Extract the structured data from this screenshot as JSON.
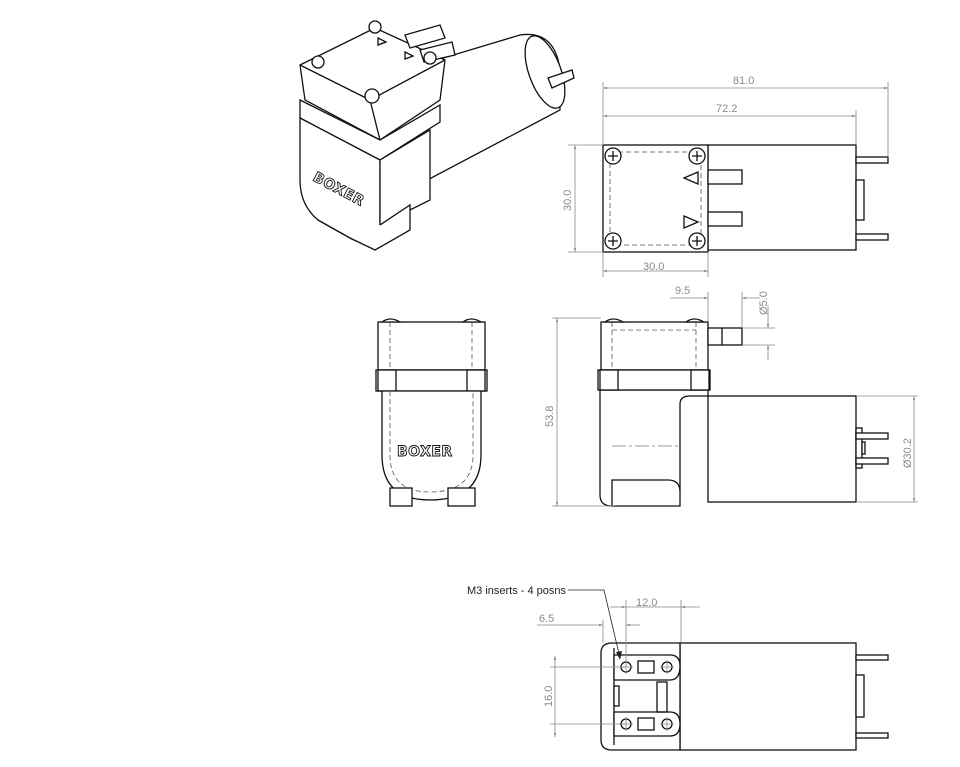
{
  "drawing": {
    "brand_logo": "BOXER",
    "top_view": {
      "overall_length": "81.0",
      "motor_length": "72.2",
      "head_height": "30.0",
      "head_width": "30.0"
    },
    "side_view": {
      "port_offset": "9.5",
      "port_diameter": "Ø5.0",
      "total_height": "53.8",
      "motor_diameter": "Ø30.2"
    },
    "bottom_view": {
      "note": "M3 inserts - 4 posns",
      "hole_spacing_x": "12.0",
      "hole_offset": "6.5",
      "hole_spacing_y": "16.0"
    }
  }
}
